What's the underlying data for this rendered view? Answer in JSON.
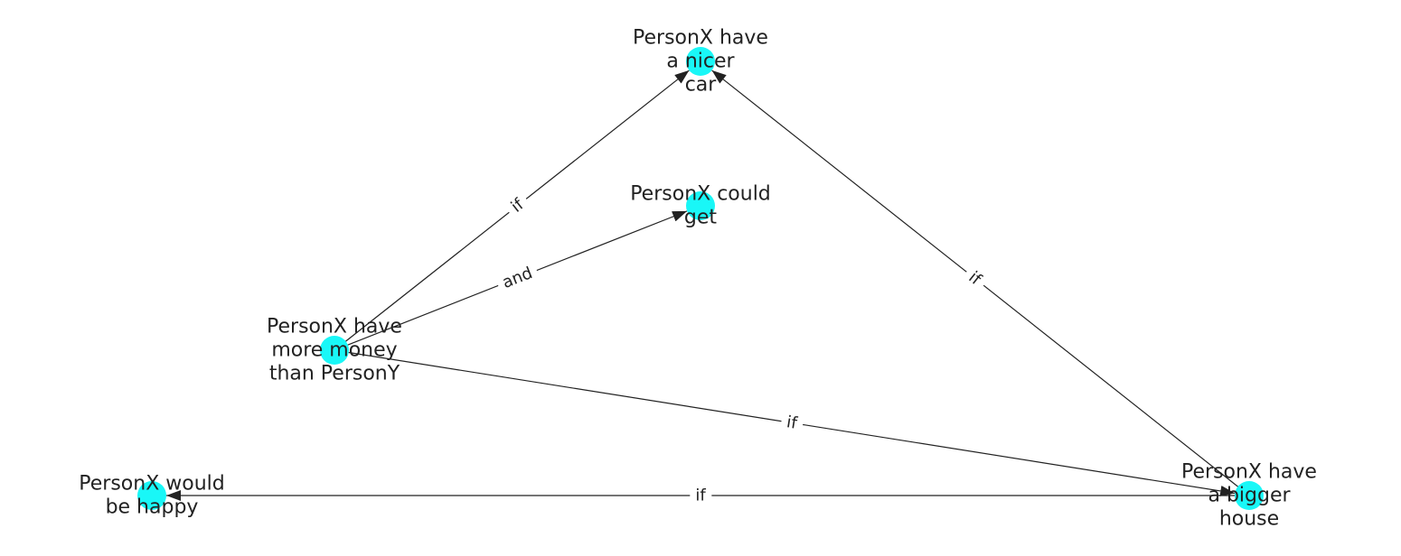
{
  "colors": {
    "node": "#19f7f7",
    "edge": "#222222",
    "text": "#222222",
    "background": "#ffffff"
  },
  "nodes": [
    {
      "id": "car",
      "lines": [
        "PersonX have",
        "a nicer",
        "car"
      ]
    },
    {
      "id": "get",
      "lines": [
        "PersonX could",
        "get"
      ]
    },
    {
      "id": "money",
      "lines": [
        "PersonX have",
        "more money",
        "than PersonY"
      ]
    },
    {
      "id": "happy",
      "lines": [
        "PersonX would",
        "be happy"
      ]
    },
    {
      "id": "house",
      "lines": [
        "PersonX have",
        "a bigger",
        "house"
      ]
    }
  ],
  "edges": [
    {
      "from": "money",
      "to": "car",
      "label": "if"
    },
    {
      "from": "money",
      "to": "get",
      "label": "and"
    },
    {
      "from": "money",
      "to": "house",
      "label": "if"
    },
    {
      "from": "house",
      "to": "car",
      "label": "if"
    },
    {
      "from": "house",
      "to": "happy",
      "label": "if"
    }
  ]
}
